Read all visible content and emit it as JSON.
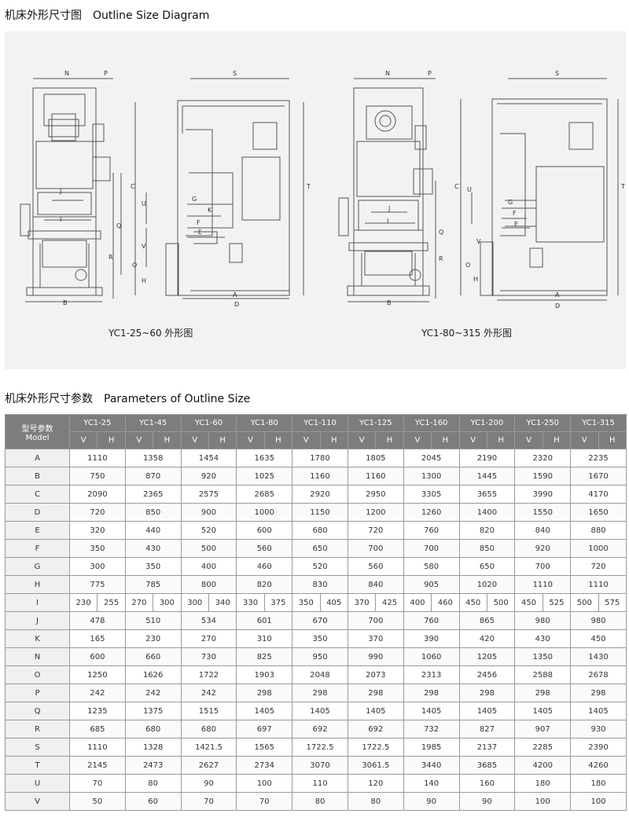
{
  "diagram_section": {
    "title_cn": "机床外形尺寸图",
    "title_en": "Outline Size Diagram",
    "caption_left": "YC1-25~60 外形图",
    "caption_right": "YC1-80~315 外形图",
    "dim_labels_left": [
      "N",
      "P",
      "S",
      "C",
      "U",
      "V",
      "G",
      "K",
      "F",
      "E",
      "J",
      "I",
      "H",
      "Q",
      "R",
      "O",
      "A",
      "B",
      "D",
      "T"
    ],
    "dim_labels_right": [
      "N",
      "P",
      "S",
      "U",
      "V",
      "G",
      "F",
      "E",
      "J",
      "I",
      "H",
      "Q",
      "R",
      "O",
      "A",
      "B",
      "D",
      "T",
      "C"
    ]
  },
  "params_section": {
    "title_cn": "机床外形尺寸参数",
    "title_en": "Parameters of Outline Size",
    "header_label_cn": "型号参数",
    "header_label_en": "Model",
    "v_label": "V",
    "h_label": "H",
    "models": [
      "YC1-25",
      "YC1-45",
      "YC1-60",
      "YC1-80",
      "YC1-110",
      "YC1-125",
      "YC1-160",
      "YC1-200",
      "YC1-250",
      "YC1-315"
    ],
    "rows": [
      {
        "param": "A",
        "values": [
          "1110",
          "1358",
          "1454",
          "1635",
          "1780",
          "1805",
          "2045",
          "2190",
          "2320",
          "2235"
        ]
      },
      {
        "param": "B",
        "values": [
          "750",
          "870",
          "920",
          "1025",
          "1160",
          "1160",
          "1300",
          "1445",
          "1590",
          "1670"
        ]
      },
      {
        "param": "C",
        "values": [
          "2090",
          "2365",
          "2575",
          "2685",
          "2920",
          "2950",
          "3305",
          "3655",
          "3990",
          "4170"
        ]
      },
      {
        "param": "D",
        "values": [
          "720",
          "850",
          "900",
          "1000",
          "1150",
          "1200",
          "1260",
          "1400",
          "1550",
          "1650"
        ]
      },
      {
        "param": "E",
        "values": [
          "320",
          "440",
          "520",
          "600",
          "680",
          "720",
          "760",
          "820",
          "840",
          "880"
        ]
      },
      {
        "param": "F",
        "values": [
          "350",
          "430",
          "500",
          "560",
          "650",
          "700",
          "700",
          "850",
          "920",
          "1000"
        ]
      },
      {
        "param": "G",
        "values": [
          "300",
          "350",
          "400",
          "460",
          "520",
          "560",
          "580",
          "650",
          "700",
          "720"
        ]
      },
      {
        "param": "H",
        "values": [
          "775",
          "785",
          "800",
          "820",
          "830",
          "840",
          "905",
          "1020",
          "1110",
          "1110"
        ]
      },
      {
        "param": "I",
        "split": true,
        "values": [
          [
            "230",
            "255"
          ],
          [
            "270",
            "300"
          ],
          [
            "300",
            "340"
          ],
          [
            "330",
            "375"
          ],
          [
            "350",
            "405"
          ],
          [
            "370",
            "425"
          ],
          [
            "400",
            "460"
          ],
          [
            "450",
            "500"
          ],
          [
            "450",
            "525"
          ],
          [
            "500",
            "575"
          ]
        ]
      },
      {
        "param": "J",
        "values": [
          "478",
          "510",
          "534",
          "601",
          "670",
          "700",
          "760",
          "865",
          "980",
          "980"
        ]
      },
      {
        "param": "K",
        "values": [
          "165",
          "230",
          "270",
          "310",
          "350",
          "370",
          "390",
          "420",
          "430",
          "450"
        ]
      },
      {
        "param": "N",
        "values": [
          "600",
          "660",
          "730",
          "825",
          "950",
          "990",
          "1060",
          "1205",
          "1350",
          "1430"
        ]
      },
      {
        "param": "O",
        "values": [
          "1250",
          "1626",
          "1722",
          "1903",
          "2048",
          "2073",
          "2313",
          "2456",
          "2588",
          "2678"
        ]
      },
      {
        "param": "P",
        "values": [
          "242",
          "242",
          "242",
          "298",
          "298",
          "298",
          "298",
          "298",
          "298",
          "298"
        ]
      },
      {
        "param": "Q",
        "values": [
          "1235",
          "1375",
          "1515",
          "1405",
          "1405",
          "1405",
          "1405",
          "1405",
          "1405",
          "1405"
        ]
      },
      {
        "param": "R",
        "values": [
          "685",
          "680",
          "680",
          "697",
          "692",
          "692",
          "732",
          "827",
          "907",
          "930"
        ]
      },
      {
        "param": "S",
        "values": [
          "1110",
          "1328",
          "1421.5",
          "1565",
          "1722.5",
          "1722.5",
          "1985",
          "2137",
          "2285",
          "2390"
        ]
      },
      {
        "param": "T",
        "values": [
          "2145",
          "2473",
          "2627",
          "2734",
          "3070",
          "3061.5",
          "3440",
          "3685",
          "4200",
          "4260"
        ]
      },
      {
        "param": "U",
        "values": [
          "70",
          "80",
          "90",
          "100",
          "110",
          "120",
          "140",
          "160",
          "180",
          "180"
        ]
      },
      {
        "param": "V",
        "values": [
          "50",
          "60",
          "70",
          "70",
          "80",
          "80",
          "90",
          "90",
          "100",
          "100"
        ]
      }
    ]
  }
}
